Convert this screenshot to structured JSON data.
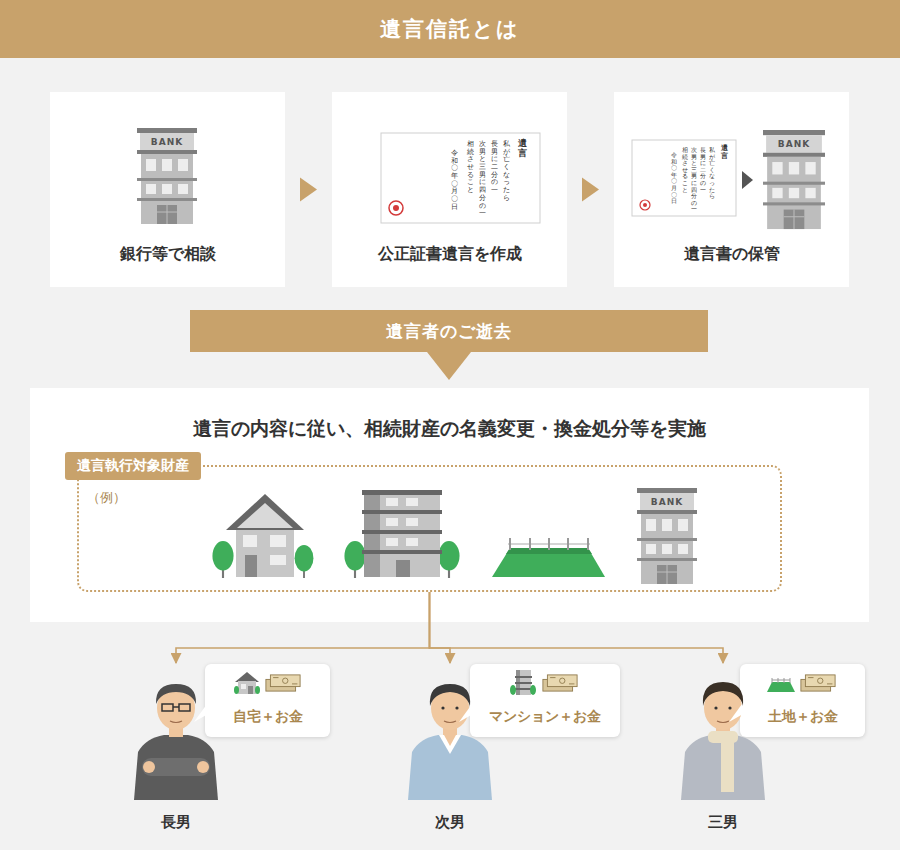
{
  "diagram": {
    "title": "遺言信託とは",
    "nodes": [
      {
        "text": [
          "銀行等で相談"
        ]
      },
      {
        "text": [
          "公正証書遺言を作成"
        ]
      },
      {
        "text": [
          "遺言書の保管"
        ]
      },
      {
        "text": [
          "遺言者のご逝去"
        ]
      },
      {
        "text": [
          "遺言の内容に従い、相続財産の名義変更・換金処分等を実施"
        ]
      },
      {
        "text": [
          "遺言執行対象財産",
          "（例）"
        ],
        "in": 4
      },
      {
        "text": [
          "長男"
        ]
      },
      {
        "text": [
          "自宅＋お金"
        ],
        "in": 6
      },
      {
        "text": [
          "次男"
        ]
      },
      {
        "text": [
          "マンション＋お金"
        ],
        "in": 8
      },
      {
        "text": [
          "三男"
        ]
      },
      {
        "text": [
          "土地＋お金"
        ],
        "in": 10
      }
    ],
    "edges": [
      {
        "from": 0,
        "to": 1,
        "arrow": "to"
      },
      {
        "from": 1,
        "to": 2,
        "arrow": "to"
      },
      {
        "from": 3,
        "to": 4,
        "arrow": "to"
      },
      {
        "from": 5,
        "to": 6,
        "arrow": "to"
      },
      {
        "from": 5,
        "to": 8,
        "arrow": "to"
      },
      {
        "from": 5,
        "to": 10,
        "arrow": "to"
      }
    ],
    "labels": [
      "BANK",
      "遺言",
      "私が亡くなったら",
      "長男に二分の一",
      "次男と三男に四分の一",
      "相続させること",
      "令和〇年〇月〇日",
      "遺言",
      "私が亡くなったら",
      "長男に二分の一",
      "次男と三男に四分の一",
      "相続させること",
      "令和〇年〇月〇日",
      "BANK",
      "BANK"
    ]
  }
}
